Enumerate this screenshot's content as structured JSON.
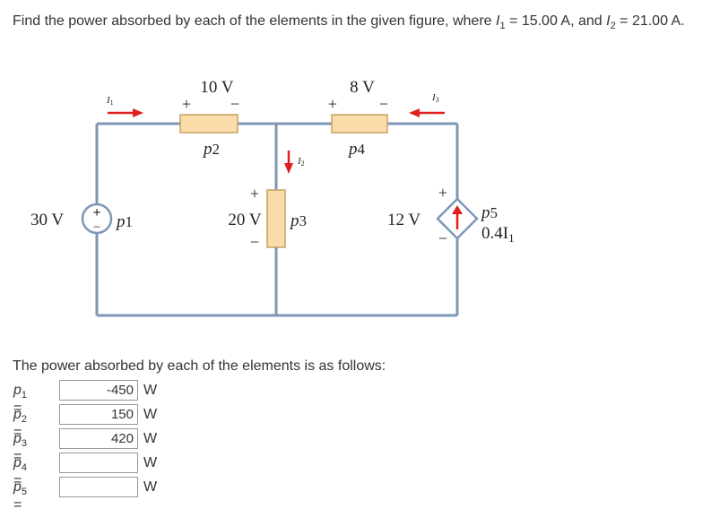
{
  "question": {
    "text_before": "Find the power absorbed by each of the elements in the given figure, where ",
    "i1_label": "I",
    "i1_sub": "1",
    "i1_value": " = 15.00 A, and ",
    "i2_label": "I",
    "i2_sub": "2",
    "i2_value": " = 21.00 A."
  },
  "circuit": {
    "wire_color": "#7f97b6",
    "resistor_fill": "#f9dcaa",
    "resistor_stroke": "#c8a060",
    "arrow_color": "#e02020",
    "source_30v": {
      "voltage": "30 V",
      "plus": "+",
      "minus": "−",
      "power": "p",
      "power_sub": "1",
      "current": "I",
      "current_sub": "1"
    },
    "element_2": {
      "voltage": "10 V",
      "plus": "+",
      "minus": "−",
      "power": "p",
      "power_sub": "2"
    },
    "element_3": {
      "voltage": "20 V",
      "plus": "+",
      "minus": "−",
      "power": "p",
      "power_sub": "3",
      "current": "I",
      "current_sub": "2"
    },
    "element_4": {
      "voltage": "8 V",
      "plus": "+",
      "minus": "−",
      "power": "p",
      "power_sub": "4"
    },
    "source_dep": {
      "voltage": "12 V",
      "plus": "+",
      "minus": "−",
      "power": "p",
      "power_sub": "5",
      "gain": "0.4I",
      "gain_sub": "1",
      "current": "I",
      "current_sub": "3"
    }
  },
  "answers": {
    "intro": "The power absorbed by each of the elements is as follows:",
    "unit": "W",
    "rows": [
      {
        "label": "p",
        "sub": "1",
        "eq": " =",
        "value": "-450"
      },
      {
        "label": "p",
        "sub": "2",
        "eq": " =",
        "value": "150"
      },
      {
        "label": "p",
        "sub": "3",
        "eq": " =",
        "value": "420"
      },
      {
        "label": "p",
        "sub": "4",
        "eq": " =",
        "value": ""
      },
      {
        "label": "p",
        "sub": "5",
        "eq": " =",
        "value": ""
      }
    ]
  }
}
